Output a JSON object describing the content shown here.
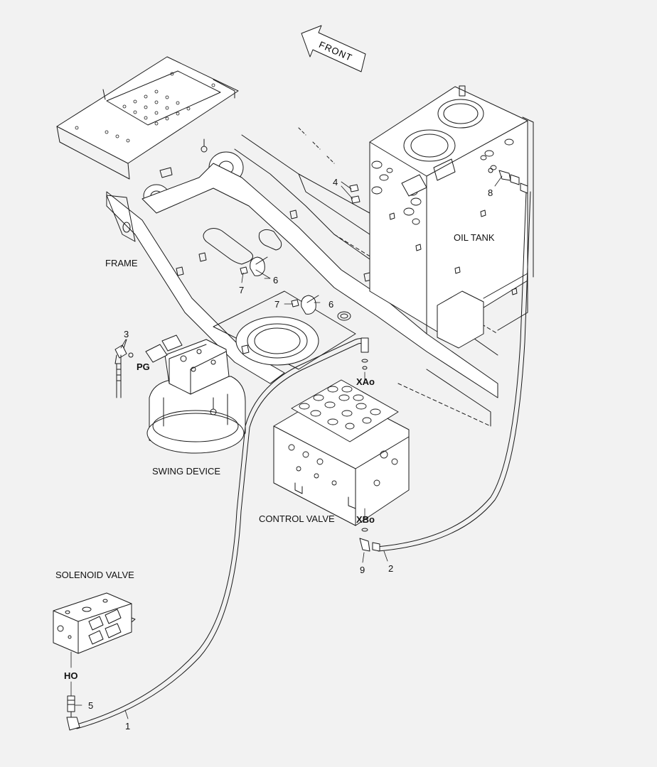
{
  "labels": {
    "front": "FRONT",
    "frame": "FRAME",
    "oil_tank": "OIL TANK",
    "swing_device": "SWING DEVICE",
    "control_valve": "CONTROL VALVE",
    "solenoid_valve": "SOLENOID VALVE"
  },
  "ports": {
    "pg": "PG",
    "xao": "XAo",
    "xbo": "XBo",
    "ho": "HO"
  },
  "callouts": {
    "c1": "1",
    "c2": "2",
    "c3": "3",
    "c4": "4",
    "c5": "5",
    "c6a": "6",
    "c6b": "6",
    "c7a": "7",
    "c7b": "7",
    "c8": "8",
    "c9": "9"
  },
  "colors": {
    "line": "#1a1a1a",
    "background": "#f2f2f2"
  }
}
